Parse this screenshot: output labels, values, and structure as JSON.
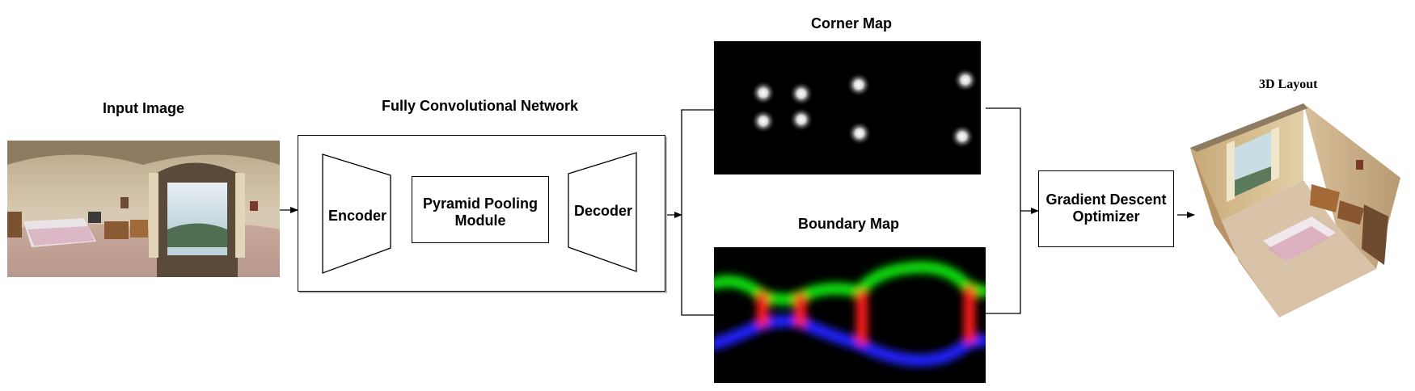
{
  "labels": {
    "input_image": "Input Image",
    "fcn": "Fully Convolutional Network",
    "corner_map": "Corner Map",
    "boundary_map": "Boundary Map",
    "layout_3d": "3D Layout"
  },
  "blocks": {
    "encoder": "Encoder",
    "ppm_line1": "Pyramid Pooling",
    "ppm_line2": "Module",
    "decoder": "Decoder",
    "optimizer_line1": "Gradient Descent",
    "optimizer_line2": "Optimizer"
  },
  "colors": {
    "line": "#000000",
    "corner_blob": "#ffffff",
    "boundary_ceiling": "#00e000",
    "boundary_floor": "#1a1aff",
    "boundary_wall": "#ff1a1a"
  },
  "icons": [
    "panorama-image",
    "corner-heatmap",
    "boundary-heatmap",
    "room-cube-render"
  ]
}
